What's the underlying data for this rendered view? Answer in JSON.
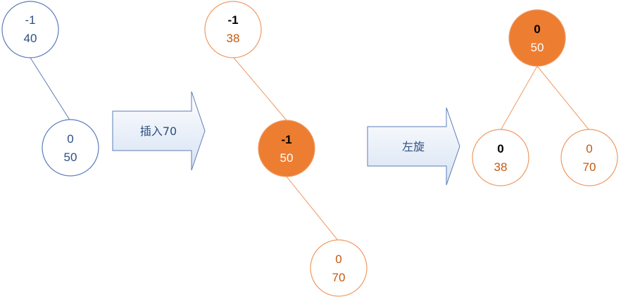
{
  "colors": {
    "blue_stroke": "#5b7db8",
    "blue_text": "#2f4f80",
    "orange_stroke": "#ee9a62",
    "orange_fill": "#ed7d31",
    "orange_text": "#c55a11",
    "black_text": "#000000",
    "white_text": "#ffffff",
    "arrow_fill_top": "#ffffff",
    "arrow_fill_bottom": "#dce6f4",
    "arrow_stroke": "#5b7db8"
  },
  "tree1": {
    "root": {
      "bf": "-1",
      "key": "40"
    },
    "right": {
      "bf": "0",
      "key": "50"
    }
  },
  "arrow1": {
    "label": "插入70"
  },
  "tree2": {
    "root": {
      "bf": "-1",
      "key": "38"
    },
    "mid": {
      "bf": "-1",
      "key": "50"
    },
    "leaf": {
      "bf": "0",
      "key": "70"
    }
  },
  "arrow2": {
    "label": "左旋"
  },
  "tree3": {
    "root": {
      "bf": "0",
      "key": "50"
    },
    "left": {
      "bf": "0",
      "key": "38"
    },
    "right": {
      "bf": "0",
      "key": "70"
    }
  }
}
